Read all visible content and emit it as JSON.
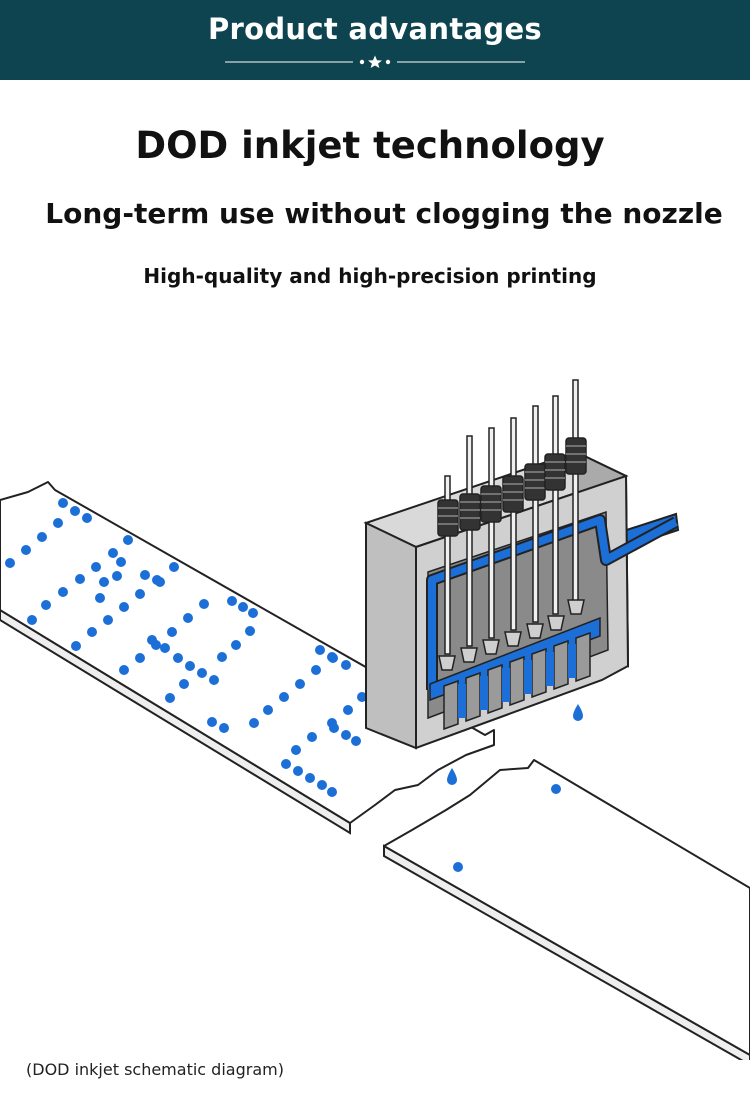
{
  "banner": {
    "title": "Product advantages"
  },
  "headings": {
    "title": "DOD inkjet technology",
    "subtitle": "Long-term use without clogging the nozzle",
    "tagline": "High-quality and high-precision printing"
  },
  "diagram": {
    "caption": "(DOD inkjet schematic diagram)",
    "colors": {
      "ink": "#1b6fd6",
      "banner": "#0d4450",
      "block": "#d4d4d4",
      "block_dark": "#8a8a8a"
    }
  }
}
